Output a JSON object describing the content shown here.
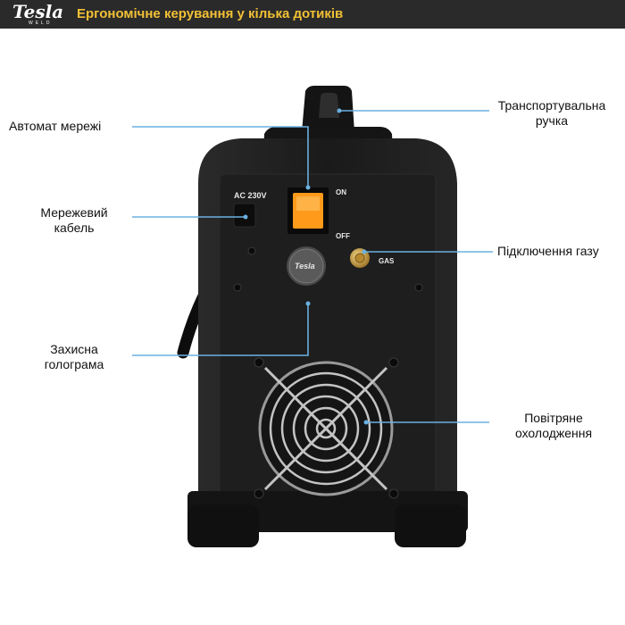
{
  "header": {
    "logo_text": "Tesla",
    "logo_subtext": "WELD",
    "headline": "Ергономічне керування у кілька дотиків"
  },
  "device_labels": {
    "voltage": "AC 230V",
    "switch_on": "ON",
    "switch_off": "OFF",
    "gas": "GAS",
    "seal_text": "Tesla"
  },
  "callouts": {
    "circuit_breaker": "Автомат мережі",
    "handle_line1": "Транспортувальна",
    "handle_line2": "ручка",
    "cable_line1": "Мережевий",
    "cable_line2": "кабель",
    "gas": "Підключення газу",
    "hologram_line1": "Захисна",
    "hologram_line2": "голограма",
    "cooling_line1": "Повітряне",
    "cooling_line2": "охолодження"
  },
  "colors": {
    "header_bg": "#2a2a2a",
    "headline": "#f2c035",
    "leader_line": "#6ab0e0",
    "switch_orange": "#ff9a1a",
    "body_dark": "#1b1b1b"
  }
}
